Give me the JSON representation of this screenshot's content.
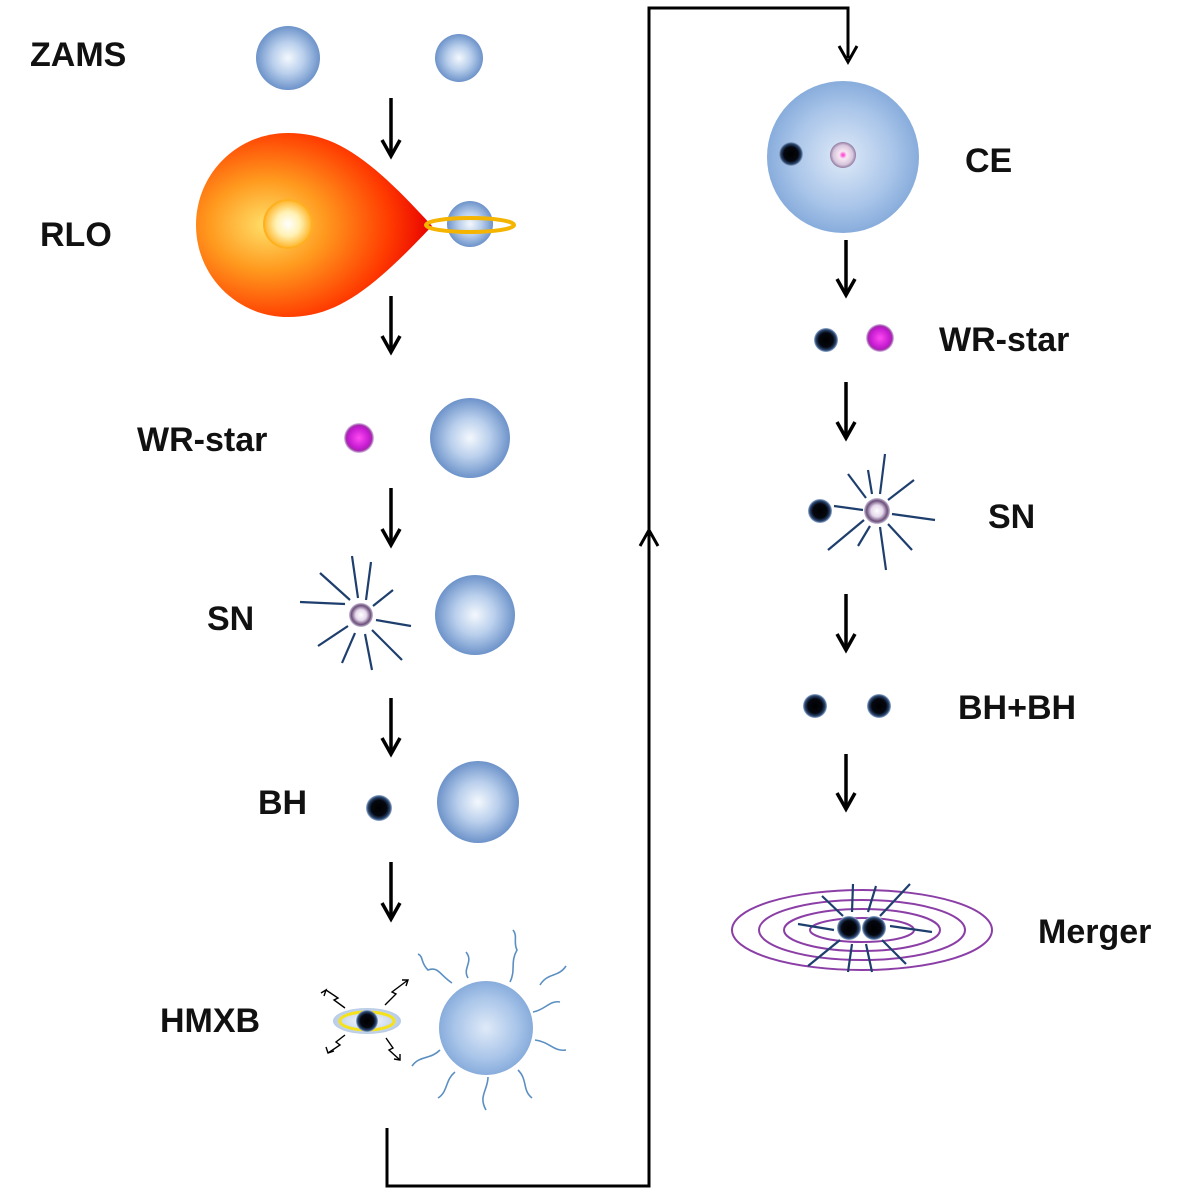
{
  "left_column": {
    "stages": [
      {
        "label": "ZAMS"
      },
      {
        "label": "RLO"
      },
      {
        "label": "WR-star"
      },
      {
        "label": "SN"
      },
      {
        "label": "BH"
      },
      {
        "label": "HMXB"
      }
    ]
  },
  "right_column": {
    "stages": [
      {
        "label": "CE"
      },
      {
        "label": "WR-star"
      },
      {
        "label": "SN"
      },
      {
        "label": "BH+BH"
      },
      {
        "label": "Merger"
      }
    ]
  },
  "colors": {
    "star_blue_light": "#e9f1fb",
    "star_blue": "#9fbde3",
    "star_blue_dark": "#5c86c4",
    "rlo_red": "#ff1a00",
    "rlo_orange": "#ff8c1a",
    "rlo_core": "#fff3b0",
    "wr_magenta": "#d81cd0",
    "black_hole": "#000000",
    "ring_yellow": "#f7c41a",
    "ejecta_blue": "#1e3f6e",
    "merger_purple": "#8b3fa6",
    "arrow": "#000000"
  }
}
